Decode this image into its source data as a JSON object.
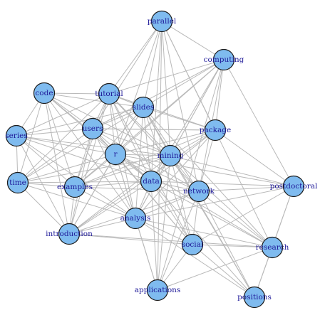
{
  "graph": {
    "colors": {
      "node_fill": "#7fbbef",
      "node_stroke": "#1a1a1a",
      "edge": "#b9b9b9",
      "label": "#1f1a99"
    },
    "nodes": [
      {
        "id": "parallel",
        "label": "parallel"
      },
      {
        "id": "computing",
        "label": "computing"
      },
      {
        "id": "code",
        "label": "code"
      },
      {
        "id": "tutorial",
        "label": "tutorial"
      },
      {
        "id": "slides",
        "label": "slides"
      },
      {
        "id": "series",
        "label": "series"
      },
      {
        "id": "users",
        "label": "users"
      },
      {
        "id": "package",
        "label": "package"
      },
      {
        "id": "r",
        "label": "r"
      },
      {
        "id": "mining",
        "label": "mining"
      },
      {
        "id": "time",
        "label": "time"
      },
      {
        "id": "examples",
        "label": "examples"
      },
      {
        "id": "data",
        "label": "data"
      },
      {
        "id": "network",
        "label": "network"
      },
      {
        "id": "postdoctoral",
        "label": "postdoctoral"
      },
      {
        "id": "introduction",
        "label": "introduction"
      },
      {
        "id": "analysis",
        "label": "analysis"
      },
      {
        "id": "social",
        "label": "social"
      },
      {
        "id": "research",
        "label": "research"
      },
      {
        "id": "applications",
        "label": "applications"
      },
      {
        "id": "positions",
        "label": "positions"
      }
    ],
    "edges": [
      [
        "parallel",
        "computing"
      ],
      [
        "parallel",
        "tutorial"
      ],
      [
        "parallel",
        "slides"
      ],
      [
        "parallel",
        "r"
      ],
      [
        "parallel",
        "mining"
      ],
      [
        "parallel",
        "data"
      ],
      [
        "parallel",
        "package"
      ],
      [
        "parallel",
        "network"
      ],
      [
        "parallel",
        "users"
      ],
      [
        "parallel",
        "applications"
      ],
      [
        "parallel",
        "research"
      ],
      [
        "computing",
        "tutorial"
      ],
      [
        "computing",
        "slides"
      ],
      [
        "computing",
        "r"
      ],
      [
        "computing",
        "mining"
      ],
      [
        "computing",
        "data"
      ],
      [
        "computing",
        "package"
      ],
      [
        "computing",
        "network"
      ],
      [
        "computing",
        "analysis"
      ],
      [
        "computing",
        "postdoctoral"
      ],
      [
        "computing",
        "users"
      ],
      [
        "computing",
        "applications"
      ],
      [
        "computing",
        "examples"
      ],
      [
        "code",
        "tutorial"
      ],
      [
        "code",
        "users"
      ],
      [
        "code",
        "series"
      ],
      [
        "code",
        "r"
      ],
      [
        "code",
        "mining"
      ],
      [
        "code",
        "examples"
      ],
      [
        "code",
        "time"
      ],
      [
        "code",
        "data"
      ],
      [
        "code",
        "introduction"
      ],
      [
        "code",
        "analysis"
      ],
      [
        "code",
        "slides"
      ],
      [
        "tutorial",
        "slides"
      ],
      [
        "tutorial",
        "users"
      ],
      [
        "tutorial",
        "r"
      ],
      [
        "tutorial",
        "mining"
      ],
      [
        "tutorial",
        "data"
      ],
      [
        "tutorial",
        "series"
      ],
      [
        "tutorial",
        "time"
      ],
      [
        "tutorial",
        "examples"
      ],
      [
        "tutorial",
        "analysis"
      ],
      [
        "tutorial",
        "network"
      ],
      [
        "tutorial",
        "introduction"
      ],
      [
        "tutorial",
        "package"
      ],
      [
        "tutorial",
        "social"
      ],
      [
        "slides",
        "users"
      ],
      [
        "slides",
        "r"
      ],
      [
        "slides",
        "mining"
      ],
      [
        "slides",
        "data"
      ],
      [
        "slides",
        "package"
      ],
      [
        "slides",
        "network"
      ],
      [
        "slides",
        "analysis"
      ],
      [
        "slides",
        "examples"
      ],
      [
        "slides",
        "series"
      ],
      [
        "slides",
        "time"
      ],
      [
        "slides",
        "introduction"
      ],
      [
        "slides",
        "social"
      ],
      [
        "slides",
        "research"
      ],
      [
        "slides",
        "positions"
      ],
      [
        "series",
        "users"
      ],
      [
        "series",
        "time"
      ],
      [
        "series",
        "r"
      ],
      [
        "series",
        "examples"
      ],
      [
        "series",
        "mining"
      ],
      [
        "series",
        "data"
      ],
      [
        "series",
        "analysis"
      ],
      [
        "series",
        "introduction"
      ],
      [
        "users",
        "r"
      ],
      [
        "users",
        "mining"
      ],
      [
        "users",
        "data"
      ],
      [
        "users",
        "examples"
      ],
      [
        "users",
        "time"
      ],
      [
        "users",
        "analysis"
      ],
      [
        "users",
        "network"
      ],
      [
        "users",
        "introduction"
      ],
      [
        "users",
        "package"
      ],
      [
        "users",
        "social"
      ],
      [
        "package",
        "r"
      ],
      [
        "package",
        "mining"
      ],
      [
        "package",
        "data"
      ],
      [
        "package",
        "network"
      ],
      [
        "package",
        "analysis"
      ],
      [
        "package",
        "examples"
      ],
      [
        "package",
        "introduction"
      ],
      [
        "package",
        "postdoctoral"
      ],
      [
        "package",
        "users"
      ],
      [
        "r",
        "mining"
      ],
      [
        "r",
        "data"
      ],
      [
        "r",
        "examples"
      ],
      [
        "r",
        "time"
      ],
      [
        "r",
        "analysis"
      ],
      [
        "r",
        "network"
      ],
      [
        "r",
        "introduction"
      ],
      [
        "r",
        "social"
      ],
      [
        "r",
        "applications"
      ],
      [
        "r",
        "research"
      ],
      [
        "r",
        "postdoctoral"
      ],
      [
        "mining",
        "data"
      ],
      [
        "mining",
        "examples"
      ],
      [
        "mining",
        "time"
      ],
      [
        "mining",
        "analysis"
      ],
      [
        "mining",
        "network"
      ],
      [
        "mining",
        "introduction"
      ],
      [
        "mining",
        "social"
      ],
      [
        "mining",
        "applications"
      ],
      [
        "mining",
        "research"
      ],
      [
        "mining",
        "postdoctoral"
      ],
      [
        "mining",
        "positions"
      ],
      [
        "time",
        "examples"
      ],
      [
        "time",
        "data"
      ],
      [
        "time",
        "analysis"
      ],
      [
        "time",
        "introduction"
      ],
      [
        "examples",
        "data"
      ],
      [
        "examples",
        "analysis"
      ],
      [
        "examples",
        "introduction"
      ],
      [
        "examples",
        "network"
      ],
      [
        "data",
        "analysis"
      ],
      [
        "data",
        "network"
      ],
      [
        "data",
        "introduction"
      ],
      [
        "data",
        "social"
      ],
      [
        "data",
        "applications"
      ],
      [
        "data",
        "research"
      ],
      [
        "data",
        "postdoctoral"
      ],
      [
        "data",
        "positions"
      ],
      [
        "network",
        "analysis"
      ],
      [
        "network",
        "social"
      ],
      [
        "network",
        "research"
      ],
      [
        "network",
        "postdoctoral"
      ],
      [
        "network",
        "applications"
      ],
      [
        "network",
        "introduction"
      ],
      [
        "network",
        "positions"
      ],
      [
        "postdoctoral",
        "research"
      ],
      [
        "postdoctoral",
        "positions"
      ],
      [
        "postdoctoral",
        "social"
      ],
      [
        "postdoctoral",
        "analysis"
      ],
      [
        "introduction",
        "analysis"
      ],
      [
        "introduction",
        "social"
      ],
      [
        "introduction",
        "research"
      ],
      [
        "analysis",
        "social"
      ],
      [
        "analysis",
        "research"
      ],
      [
        "analysis",
        "applications"
      ],
      [
        "analysis",
        "positions"
      ],
      [
        "social",
        "research"
      ],
      [
        "social",
        "positions"
      ],
      [
        "social",
        "applications"
      ],
      [
        "research",
        "positions"
      ],
      [
        "applications",
        "research"
      ]
    ]
  }
}
